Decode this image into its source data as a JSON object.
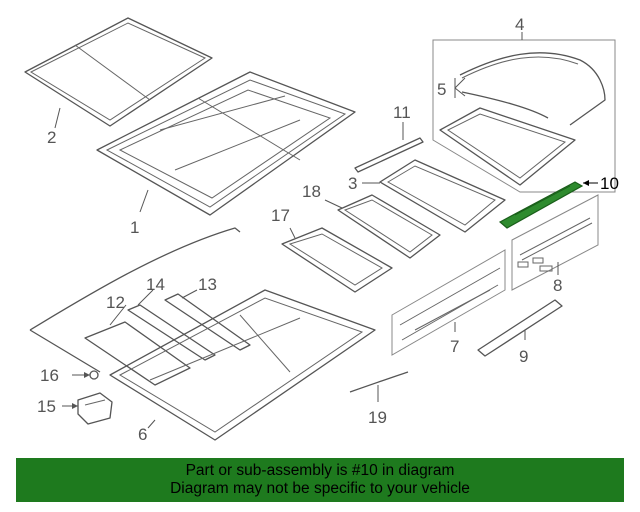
{
  "diagram": {
    "callouts": {
      "c1": "1",
      "c2": "2",
      "c3": "3",
      "c4": "4",
      "c5": "5",
      "c6": "6",
      "c7": "7",
      "c8": "8",
      "c9": "9",
      "c10": "10",
      "c11": "11",
      "c12": "12",
      "c13": "13",
      "c14": "14",
      "c15": "15",
      "c16": "16",
      "c17": "17",
      "c18": "18",
      "c19": "19"
    },
    "highlight_part": "10",
    "highlight_color": "#2e8b2e"
  },
  "banner": {
    "line1": "Part or sub-assembly is #10 in diagram",
    "line2": "Diagram may not be specific to your vehicle",
    "background": "#1e7a1e"
  }
}
